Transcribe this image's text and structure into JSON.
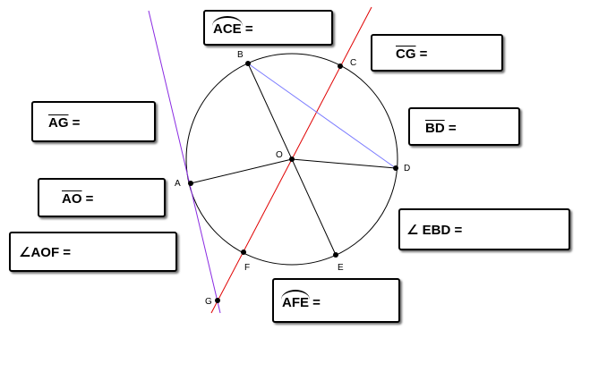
{
  "points": {
    "A": "A",
    "B": "B",
    "C": "C",
    "D": "D",
    "E": "E",
    "F": "F",
    "G": "G",
    "O": "O"
  },
  "fields": {
    "arc_ace": {
      "name": "ACE",
      "eq": " ="
    },
    "seg_cg": {
      "name": "CG",
      "eq": " ="
    },
    "seg_ag": {
      "name": "AG",
      "eq": " ="
    },
    "seg_bd": {
      "name": "BD",
      "eq": " ="
    },
    "seg_ao": {
      "name": "AO",
      "eq": " ="
    },
    "angle_ebd": {
      "text": "∠ EBD ="
    },
    "angle_aof": {
      "text": "∠AOF ="
    },
    "arc_afe": {
      "name": "AFE",
      "eq": " ="
    }
  },
  "colors": {
    "circle": "#000000",
    "secant_line": "#e00000",
    "tangent_line": "#8a2be2",
    "chord_bd": "#7b7bff"
  }
}
